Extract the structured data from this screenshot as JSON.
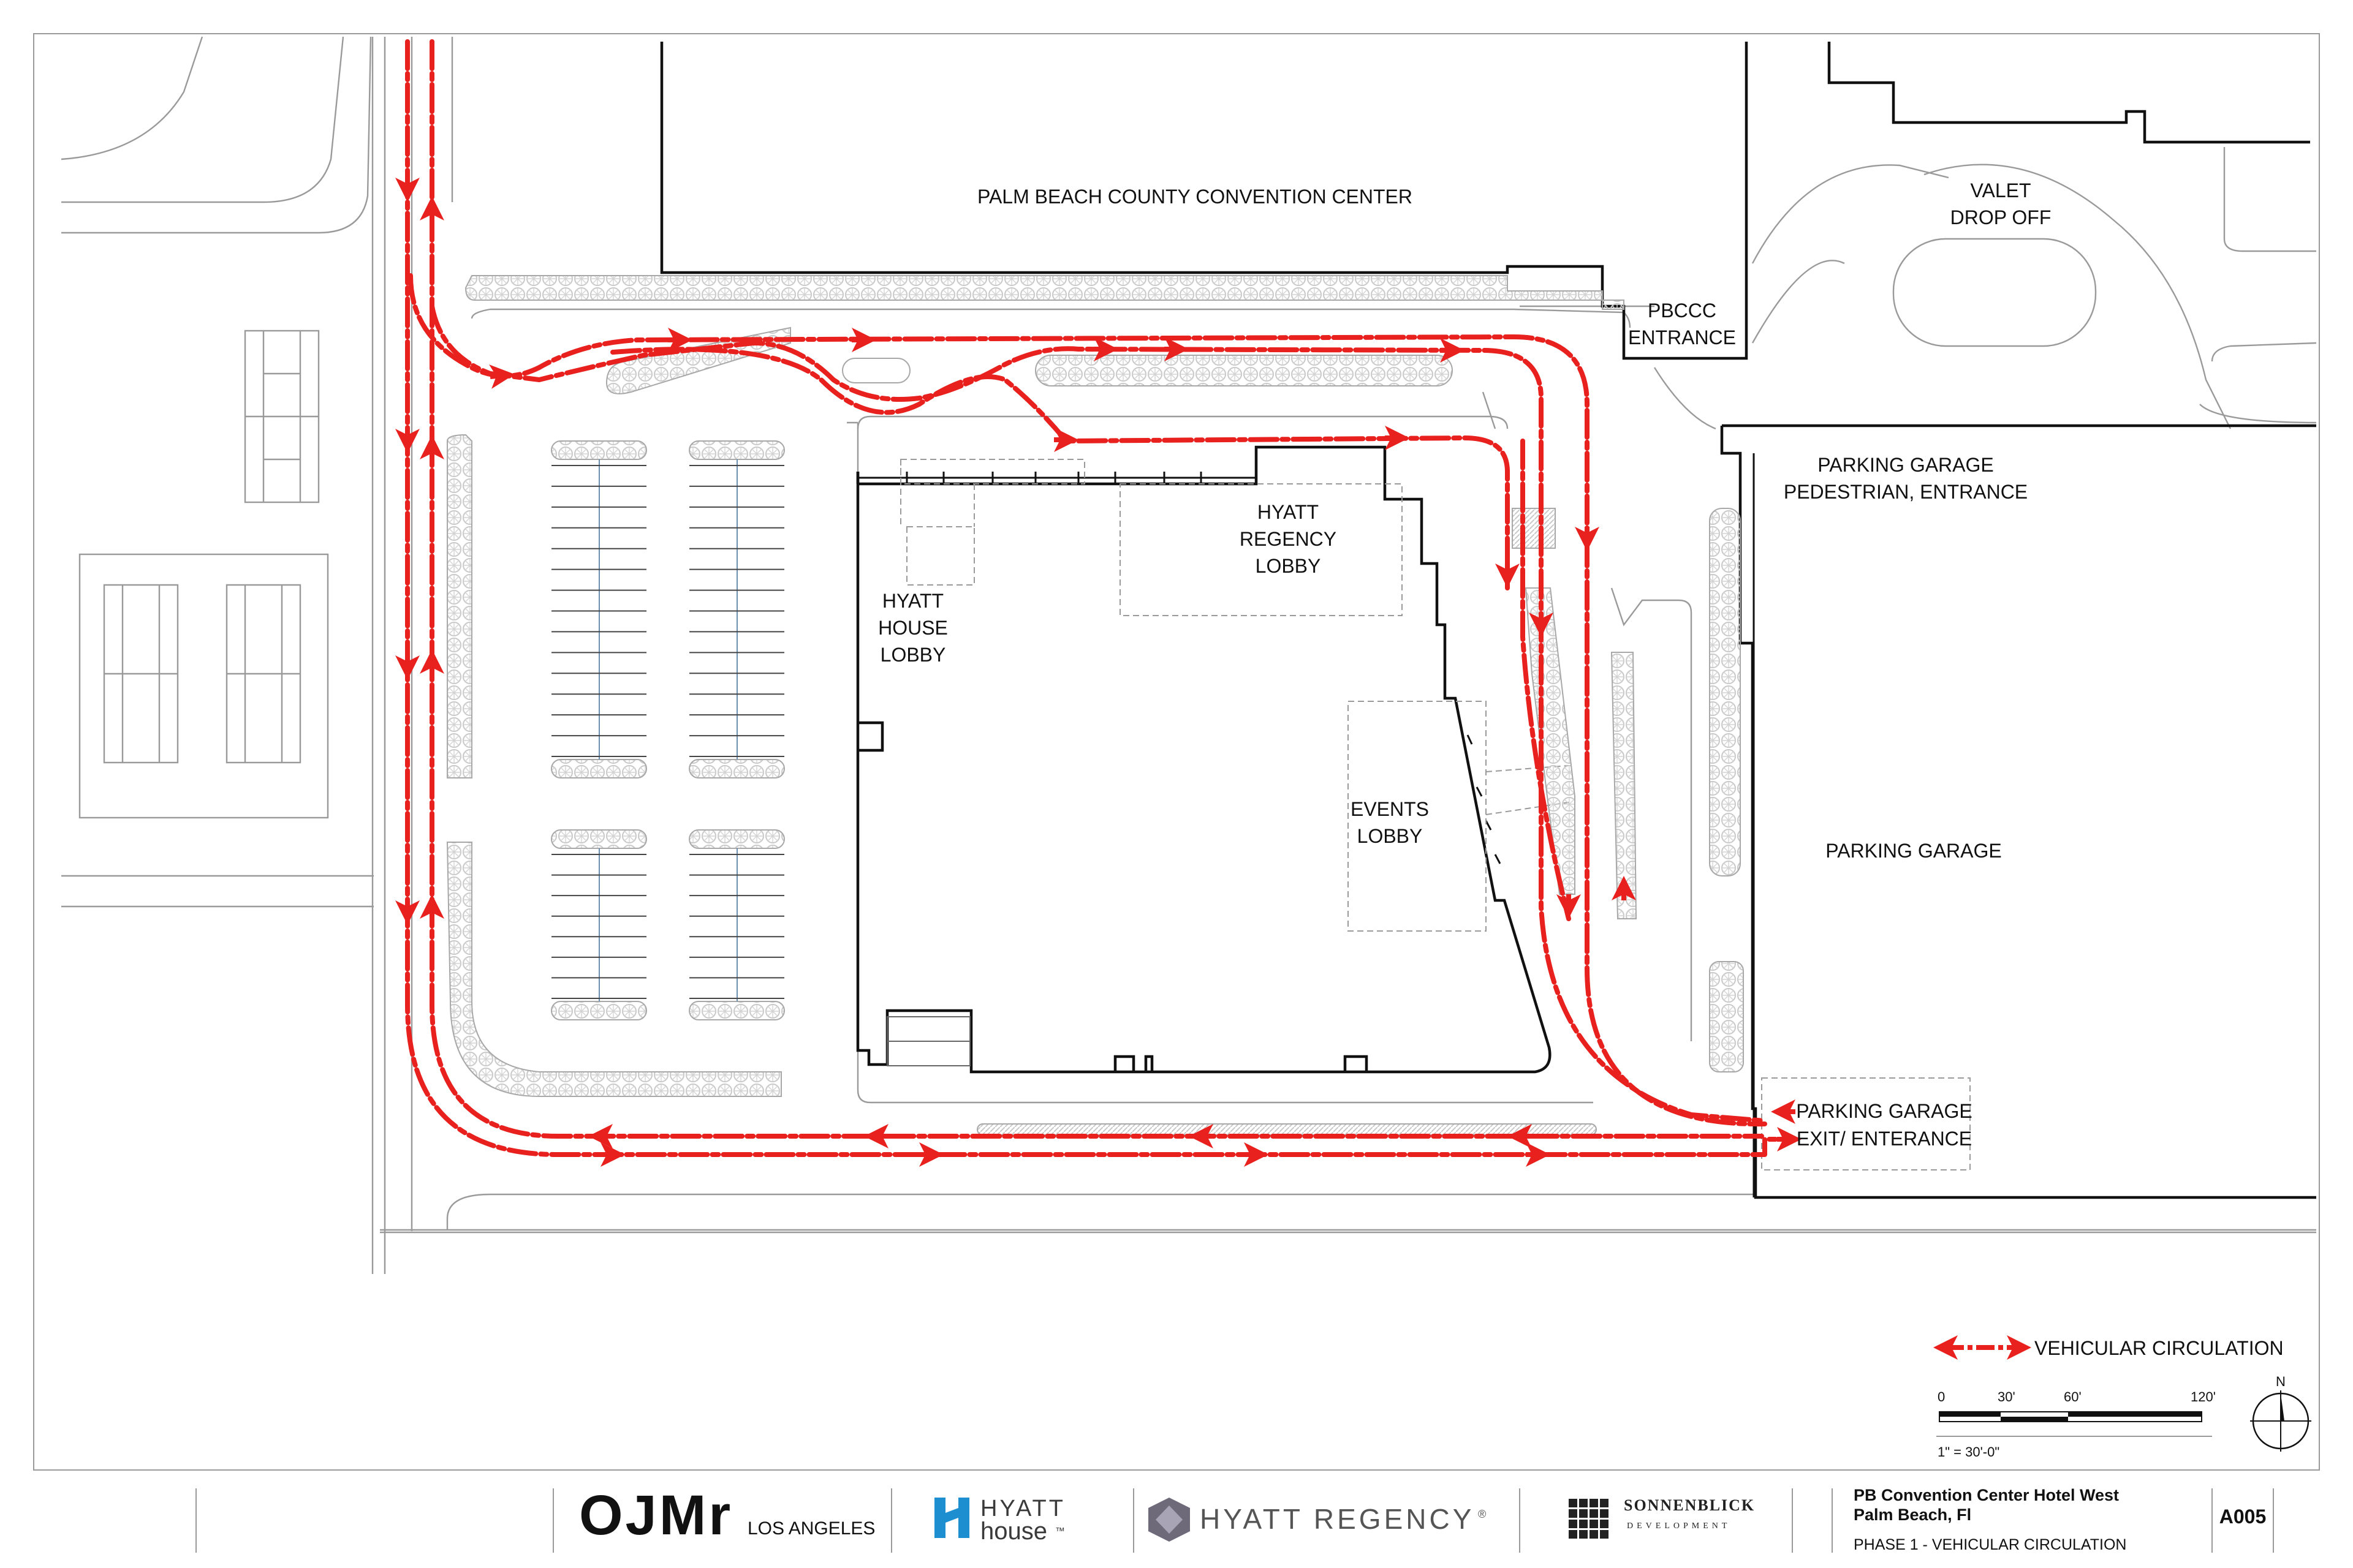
{
  "labels": {
    "convention_center": "PALM BEACH COUNTY CONVENTION CENTER",
    "valet_line1": "VALET",
    "valet_line2": "DROP OFF",
    "pbccc_line1": "PBCCC",
    "pbccc_line2": "ENTRANCE",
    "pg_ped_line1": "PARKING GARAGE",
    "pg_ped_line2": "PEDESTRIAN, ENTRANCE",
    "regency_line1": "HYATT",
    "regency_line2": "REGENCY",
    "regency_line3": "LOBBY",
    "house_line1": "HYATT",
    "house_line2": "HOUSE",
    "house_line3": "LOBBY",
    "events_line1": "EVENTS",
    "events_line2": "LOBBY",
    "parking_garage": "PARKING GARAGE",
    "pg_exit_line1": "PARKING GARAGE",
    "pg_exit_line2": "EXIT/ ENTERANCE"
  },
  "legend": {
    "vehicular": "VEHICULAR CIRCULATION"
  },
  "scale": {
    "ticks": [
      "0",
      "30'",
      "60'",
      "120'"
    ],
    "ratio": "1\" = 30'-0\"",
    "north": "N"
  },
  "title_block": {
    "architect": "OJMr",
    "architect_city": "LOS ANGELES",
    "brand1_top": "HYATT",
    "brand1_bottom": "house",
    "brand1_tm": "™",
    "brand2": "HYATT REGENCY",
    "brand2_reg": "®",
    "developer_line1": "SONNENBLICK",
    "developer_line2": "DEVELOPMENT",
    "project_line1": "PB Convention Center Hotel West",
    "project_line2": "Palm Beach, Fl",
    "sheet_title": "PHASE 1 - VEHICULAR CIRCULATION",
    "sheet_number": "A005"
  },
  "colors": {
    "circulation": "#e8201e",
    "linework": "#111111",
    "light_linework": "#9a9a9a",
    "hatch": "#c2c2c2",
    "stall_line": "#6b8fb0"
  }
}
